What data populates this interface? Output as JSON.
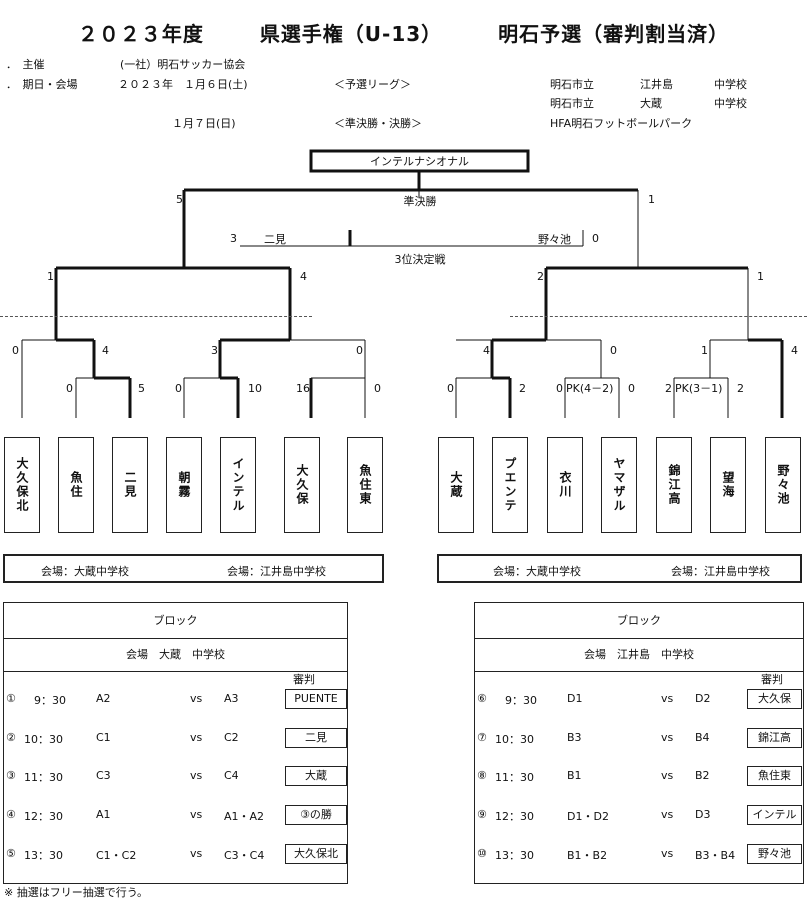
{
  "title": {
    "year": "２０２３年度",
    "tournament": "県選手権（U-13）",
    "stage": "明石予選（審判割当済）"
  },
  "info": {
    "organizer_label": "．　主催",
    "organizer": "(一社）明石サッカー協会",
    "date_label": "．　期日・会場",
    "date1": "２０２３年　１月６日(土)",
    "league_label": "＜予選リーグ＞",
    "venue1_city": "明石市立",
    "venue1_name": "江井島",
    "venue1_type": "中学校",
    "venue2_city": "明石市立",
    "venue2_name": "大蔵",
    "venue2_type": "中学校",
    "date2": "１月７日(日)",
    "final_label": "＜準決勝・決勝＞",
    "final_venue": "HFA明石フットボールパーク"
  },
  "bracket": {
    "champion": "インテルナシオナル",
    "final_label": "準決勝",
    "third_place_label": "3位決定戦",
    "third_left_score": "3",
    "third_left_team": "二見",
    "third_right_team": "野々池",
    "third_right_score": "0",
    "final_left_score": "5",
    "final_right_score": "1",
    "sf_left_a": "1",
    "sf_left_b": "4",
    "sf_right_a": "2",
    "sf_right_b": "1",
    "qf_l1_a": "0",
    "qf_l1_b": "4",
    "qf_l2_a": "3",
    "qf_l2_b": "0",
    "qf_r1_a": "4",
    "qf_r1_b": "0",
    "qf_r2_a": "1",
    "qf_r2_b": "4",
    "r1_l1_a": "0",
    "r1_l1_b": "5",
    "r1_l2_a": "0",
    "r1_l2_b": "10",
    "r1_l3_a": "16",
    "r1_l3_b": "0",
    "r1_r1_a": "0",
    "r1_r1_b": "2",
    "r1_r2_a": "0",
    "r1_r2_pk": "PK(4－2)",
    "r1_r2_b": "0",
    "r1_r3_a": "2",
    "r1_r3_pk": "PK(3－1)",
    "r1_r3_b": "2"
  },
  "teams": [
    "大久保北",
    "魚住",
    "二見",
    "朝霧",
    "インテル",
    "大久保",
    "魚住東",
    "大蔵",
    "プエンテ",
    "衣川",
    "ヤマザル",
    "錦江高",
    "望海",
    "野々池"
  ],
  "venue_bars": {
    "left_a": "会場：大蔵中学校",
    "left_b": "会場：江井島中学校",
    "right_a": "会場：大蔵中学校",
    "right_b": "会場：江井島中学校"
  },
  "schedule_left": {
    "block": "ブロック",
    "venue": "会場　大蔵　中学校",
    "ref_header": "審判",
    "rows": [
      {
        "no": "①",
        "time": "9：30",
        "home": "A2",
        "vs": "vs",
        "away": "A3",
        "ref": "PUENTE"
      },
      {
        "no": "②",
        "time": "10：30",
        "home": "C1",
        "vs": "vs",
        "away": "C2",
        "ref": "二見"
      },
      {
        "no": "③",
        "time": "11：30",
        "home": "C3",
        "vs": "vs",
        "away": "C4",
        "ref": "大蔵"
      },
      {
        "no": "④",
        "time": "12：30",
        "home": "A1",
        "vs": "vs",
        "away": "A1・A2",
        "ref": "③の勝"
      },
      {
        "no": "⑤",
        "time": "13：30",
        "home": "C1・C2",
        "vs": "vs",
        "away": "C3・C4",
        "ref": "大久保北"
      }
    ]
  },
  "schedule_right": {
    "block": "ブロック",
    "venue": "会場　江井島　中学校",
    "ref_header": "審判",
    "rows": [
      {
        "no": "⑥",
        "time": "9：30",
        "home": "D1",
        "vs": "vs",
        "away": "D2",
        "ref": "大久保"
      },
      {
        "no": "⑦",
        "time": "10：30",
        "home": "B3",
        "vs": "vs",
        "away": "B4",
        "ref": "錦江高"
      },
      {
        "no": "⑧",
        "time": "11：30",
        "home": "B1",
        "vs": "vs",
        "away": "B2",
        "ref": "魚住東"
      },
      {
        "no": "⑨",
        "time": "12：30",
        "home": "D1・D2",
        "vs": "vs",
        "away": "D3",
        "ref": "インテル"
      },
      {
        "no": "⑩",
        "time": "13：30",
        "home": "B1・B2",
        "vs": "vs",
        "away": "B3・B4",
        "ref": "野々池"
      }
    ]
  },
  "note": "※ 抽選はフリー抽選で行う。"
}
